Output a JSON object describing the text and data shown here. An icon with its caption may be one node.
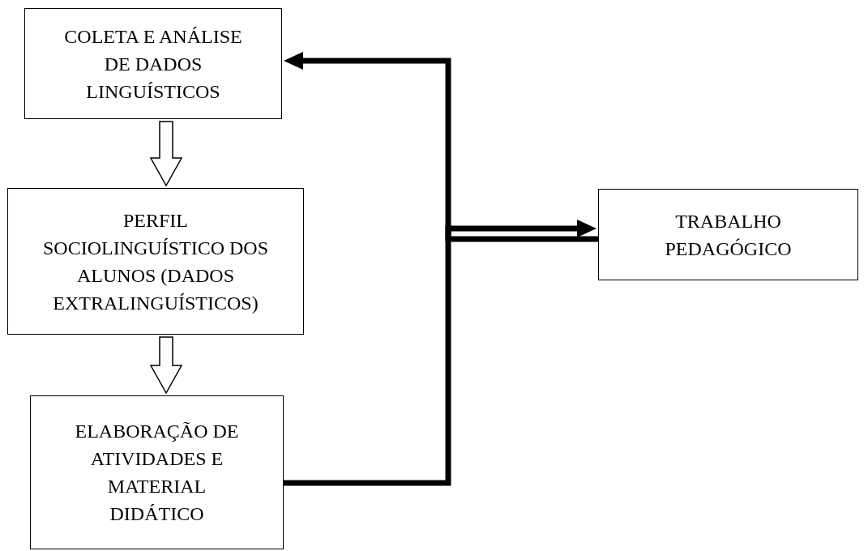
{
  "diagram": {
    "nodes": [
      {
        "text": [
          "COLETA E ANÁLISE DE DADOS LINGUÍSTICOS"
        ]
      },
      {
        "text": [
          "PERFIL SOCIOLINGUÍSTICO DOS ALUNOS (DADOS EXTRALINGUÍSTICOS)"
        ]
      },
      {
        "text": [
          "ELABORAÇÃO DE ATIVIDADES E MATERIAL DIDÁTICO"
        ]
      },
      {
        "text": [
          "TRABALHO PEDAGÓGICO"
        ]
      }
    ],
    "edges": [
      {
        "from": 0,
        "to": 1,
        "arrow": "to"
      },
      {
        "from": 1,
        "to": 2,
        "arrow": "to"
      },
      {
        "from": 3,
        "to": 0,
        "arrow": "to"
      },
      {
        "from": 2,
        "to": 3,
        "arrow": "to"
      }
    ]
  }
}
